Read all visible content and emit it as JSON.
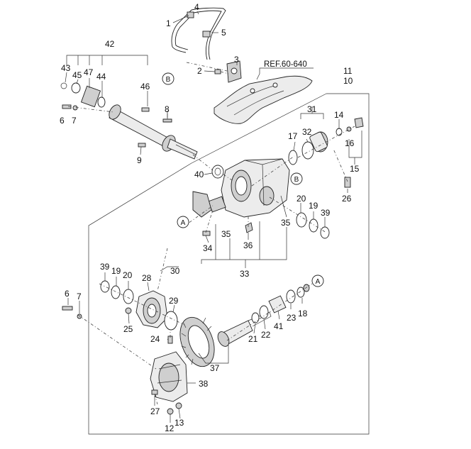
{
  "reference": "REF.60-640",
  "callouts": {
    "A": "A",
    "B": "B"
  },
  "part_numbers": {
    "p1": "1",
    "p2": "2",
    "p3": "3",
    "p4": "4",
    "p5": "5",
    "p6a": "6",
    "p6b": "6",
    "p7a": "7",
    "p7b": "7",
    "p8": "8",
    "p9": "9",
    "p10": "10",
    "p11": "11",
    "p12": "12",
    "p13": "13",
    "p14": "14",
    "p15": "15",
    "p16": "16",
    "p17": "17",
    "p18": "18",
    "p19a": "19",
    "p19b": "19",
    "p20a": "20",
    "p20b": "20",
    "p21": "21",
    "p22": "22",
    "p23": "23",
    "p24": "24",
    "p25": "25",
    "p26": "26",
    "p27": "27",
    "p28": "28",
    "p29": "29",
    "p30": "30",
    "p31": "31",
    "p32": "32",
    "p33": "33",
    "p34": "34",
    "p35a": "35",
    "p35b": "35",
    "p36": "36",
    "p37": "37",
    "p38": "38",
    "p39a": "39",
    "p39b": "39",
    "p40": "40",
    "p41": "41",
    "p42": "42",
    "p43": "43",
    "p44": "44",
    "p45": "45",
    "p46": "46",
    "p47": "47"
  }
}
